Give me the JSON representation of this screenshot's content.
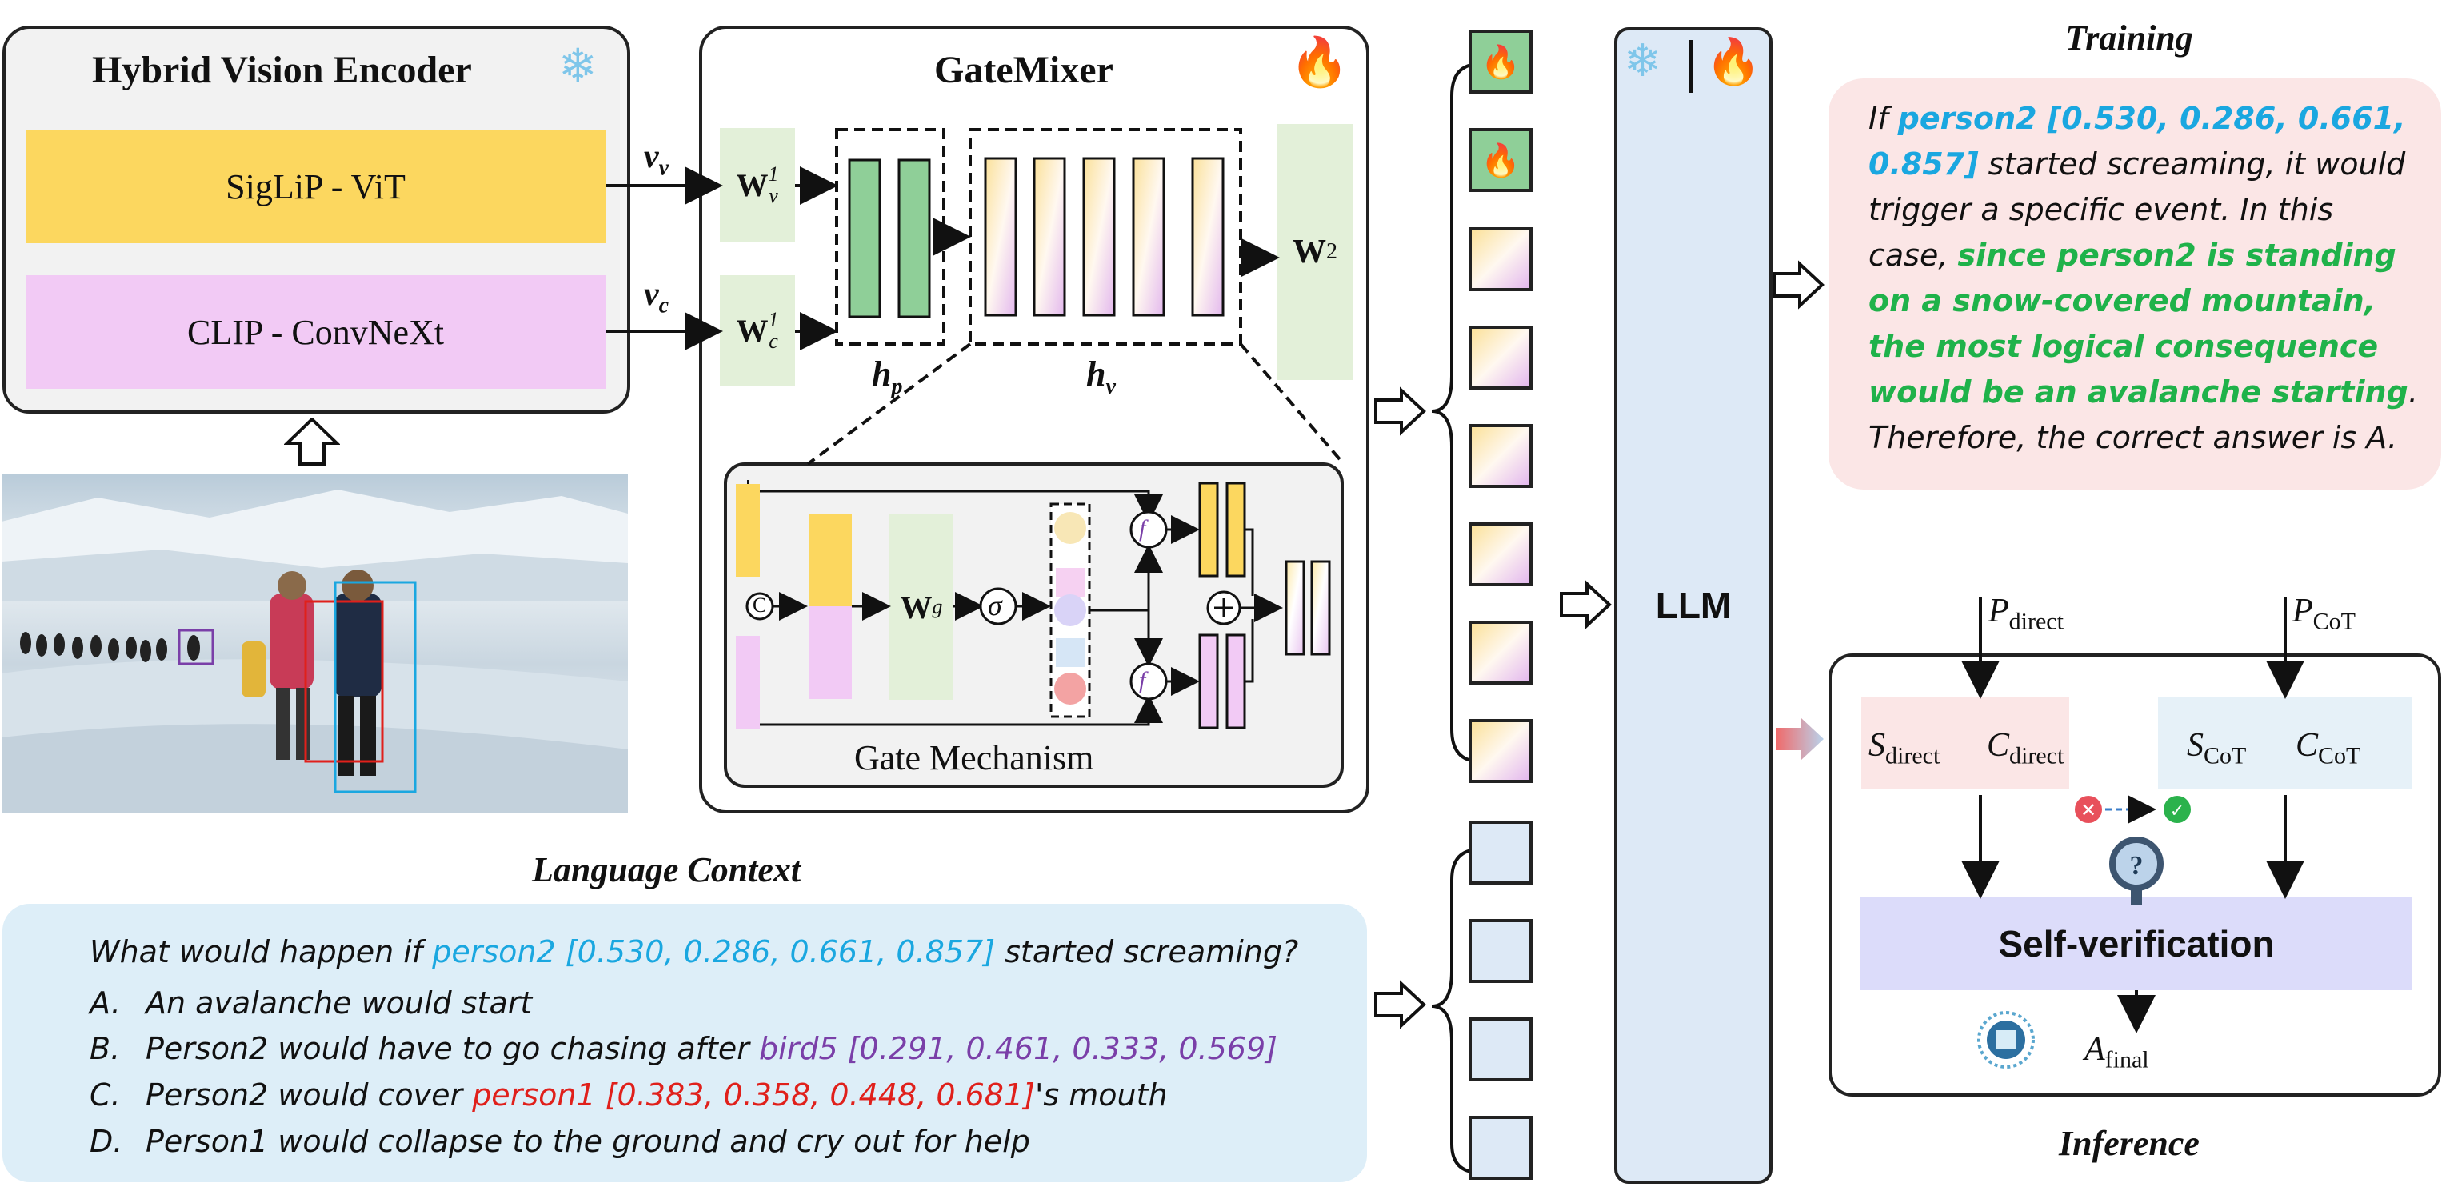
{
  "encoder": {
    "title": "Hybrid Vision Encoder",
    "siglip": "SigLiP - ViT",
    "clip": "CLIP - ConvNeXt",
    "vv": "v",
    "vv_sub": "v",
    "vc": "v",
    "vc_sub": "c"
  },
  "gatemixer": {
    "title": "GateMixer",
    "wv1": "W",
    "wc1": "W",
    "w2": "W",
    "hp": "h",
    "hp_sub": "p",
    "hv": "h",
    "hv_sub": "v",
    "gate_label": "Gate Mechanism",
    "wg": "W",
    "wg_sub": "g",
    "sigma": "σ",
    "concat": "C"
  },
  "llm": {
    "label": "LLM"
  },
  "training": {
    "title": "Training",
    "part1": "If ",
    "ref": "person2 [0.530, 0.286, 0.661, 0.857]",
    "part2": " started screaming, it would trigger a specific event. In this case, ",
    "reason": "since person2 is standing on a snow-covered mountain, the most logical consequence would be an avalanche starting",
    "part3": ". Therefore, the correct answer is A."
  },
  "language": {
    "title": "Language Context",
    "question_pre": "What would happen if ",
    "question_ref": "person2 [0.530, 0.286, 0.661, 0.857]",
    "question_post": " started screaming?",
    "options": [
      {
        "letter": "A.",
        "pre": "An avalanche would start",
        "ref": "",
        "post": ""
      },
      {
        "letter": "B.",
        "pre": "Person2 would have to go chasing after ",
        "ref": "bird5 [0.291, 0.461, 0.333, 0.569]",
        "post": ""
      },
      {
        "letter": "C.",
        "pre": "Person2 would cover ",
        "ref": "person1 [0.383, 0.358, 0.448, 0.681]",
        "post": "'s mouth"
      },
      {
        "letter": "D.",
        "pre": "Person1 would collapse to the ground and cry out for help",
        "ref": "",
        "post": ""
      }
    ]
  },
  "inference": {
    "title": "Inference",
    "p_direct": "P",
    "p_direct_sub": "direct",
    "p_cot": "P",
    "p_cot_sub": "CoT",
    "s_direct": "S",
    "c_direct": "C",
    "direct_sub": "direct",
    "s_cot": "S",
    "c_cot": "C",
    "cot_sub": "CoT",
    "self_verification": "Self-verification",
    "a_final": "A",
    "a_final_sub": "final"
  },
  "icons": {
    "frozen": "snowflake-icon",
    "trainable": "fire-icon",
    "fuse": "fuse-function-icon",
    "search": "magnifier-question-icon",
    "chip": "chip-icon"
  },
  "colors": {
    "siglip": "#fcd75f",
    "clip": "#f2caf5",
    "hp_green": "#8fcf98",
    "w_green": "#e3f0d9",
    "language_bg": "#ddeef8",
    "training_bg": "#fbe6e6",
    "llm_bg": "#dde9f6",
    "selfver_bg": "#dcdcfa",
    "direct_bg": "#fbe6e6",
    "cot_bg": "#e6f1f8"
  }
}
